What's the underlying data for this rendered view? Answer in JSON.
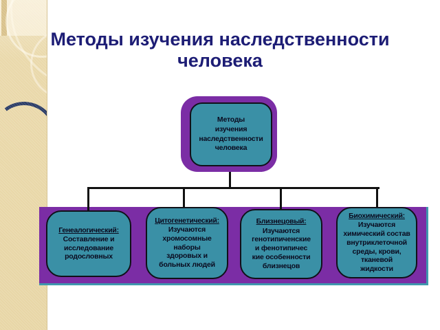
{
  "slide": {
    "title": "Методы изучения наследственности\nчеловека",
    "diagram": {
      "root": {
        "text": "Методы\nизучения\nнаследственности\nчеловека"
      },
      "children": [
        {
          "heading": "Генеалогический:",
          "body": "Составление и\nисследование\nродословных"
        },
        {
          "heading": "Цитогенетический:",
          "body": "Изучаются\nхромосомные\nнаборы\nздоровых и\nбольных людей"
        },
        {
          "heading": "Близнецовый:",
          "body": "Изучаются\nгенотипиченские\nи фенотипичес\nкие особенности\nблизнецов"
        },
        {
          "heading": "Биохимический:",
          "body": "Изучаются\nхимический состав\nвнутриклеточной\nсреды, крови,\nтканевой\nжидкости"
        }
      ]
    },
    "colors": {
      "background": "#ffffff",
      "title_text": "#1d1d75",
      "node_fill_teal": "#3a90a6",
      "accent_purple": "#7b2da5",
      "node_border": "#101018",
      "connector": "#111111",
      "strip_edge_teal": "#3f97ad",
      "sidebar_beige": "#e9d8a9",
      "node_text": "#0a0a1e"
    }
  }
}
